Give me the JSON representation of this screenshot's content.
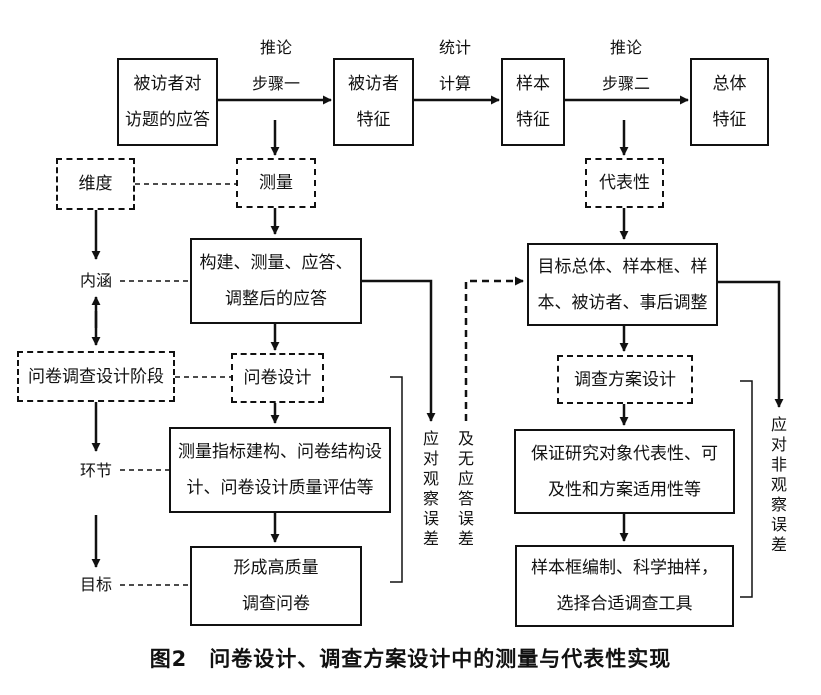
{
  "top_row": {
    "respondent_answer": "被访者对\n访题的应答",
    "inference_step_one": [
      "推论",
      "步骤一"
    ],
    "respondent_traits": "被访者\n特征",
    "statistical_calc": [
      "统计",
      "计算"
    ],
    "sample_traits": "样本\n特征",
    "inference_step_two": [
      "推论",
      "步骤二"
    ],
    "population_traits": "总体\n特征"
  },
  "left_column": {
    "dimension": "维度",
    "connotation": "内涵",
    "questionnaire_stage": "问卷调查设计阶段",
    "link": "环节",
    "goal": "目标"
  },
  "measurement_column": {
    "measurement": "测量",
    "construct_box": "构建、测量、应答、\n调整后的应答",
    "questionnaire_design": "问卷设计",
    "indicator_box": "测量指标建构、问卷结构设\n计、问卷设计质量评估等",
    "high_quality_box": "形成高质量\n调查问卷",
    "obs_error_label": "应对观察误差"
  },
  "middle": {
    "nonresponse_label": "及无应答误差"
  },
  "representation_column": {
    "representativeness": "代表性",
    "target_box": "目标总体、样本框、样\n本、被访者、事后调整",
    "survey_plan": "调查方案设计",
    "ensure_box": "保证研究对象代表性、可\n及性和方案适用性等",
    "frame_box": "样本框编制、科学抽样，\n选择合适调查工具",
    "non_obs_error_label": "应对非观察误差"
  },
  "caption": "图2　问卷设计、调查方案设计中的测量与代表性实现"
}
